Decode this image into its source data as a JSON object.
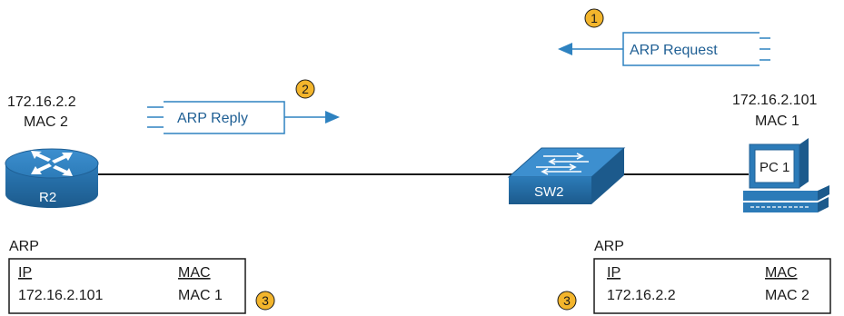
{
  "colors": {
    "accent": "#2e82c0",
    "device": "#2c7bb8",
    "device_dark": "#1f5f94",
    "badge": "#f3b52c",
    "link": "#1a1a1a"
  },
  "router": {
    "ip": "172.16.2.2",
    "mac": "MAC 2",
    "label": "R2",
    "icon": "router-icon"
  },
  "switch": {
    "label": "SW2",
    "icon": "switch-icon"
  },
  "pc": {
    "ip": "172.16.2.101",
    "mac": "MAC 1",
    "label": "PC 1",
    "icon": "pc-icon"
  },
  "messages": {
    "request": {
      "number": "1",
      "label": "ARP Request",
      "direction": "left"
    },
    "reply": {
      "number": "2",
      "label": "ARP Reply",
      "direction": "right"
    }
  },
  "arp_tables": {
    "left": {
      "title": "ARP",
      "col_ip": "IP",
      "col_mac": "MAC",
      "ip": "172.16.2.101",
      "mac": "MAC 1",
      "step": "3"
    },
    "right": {
      "title": "ARP",
      "col_ip": "IP",
      "col_mac": "MAC",
      "ip": "172.16.2.2",
      "mac": "MAC 2",
      "step": "3"
    }
  }
}
